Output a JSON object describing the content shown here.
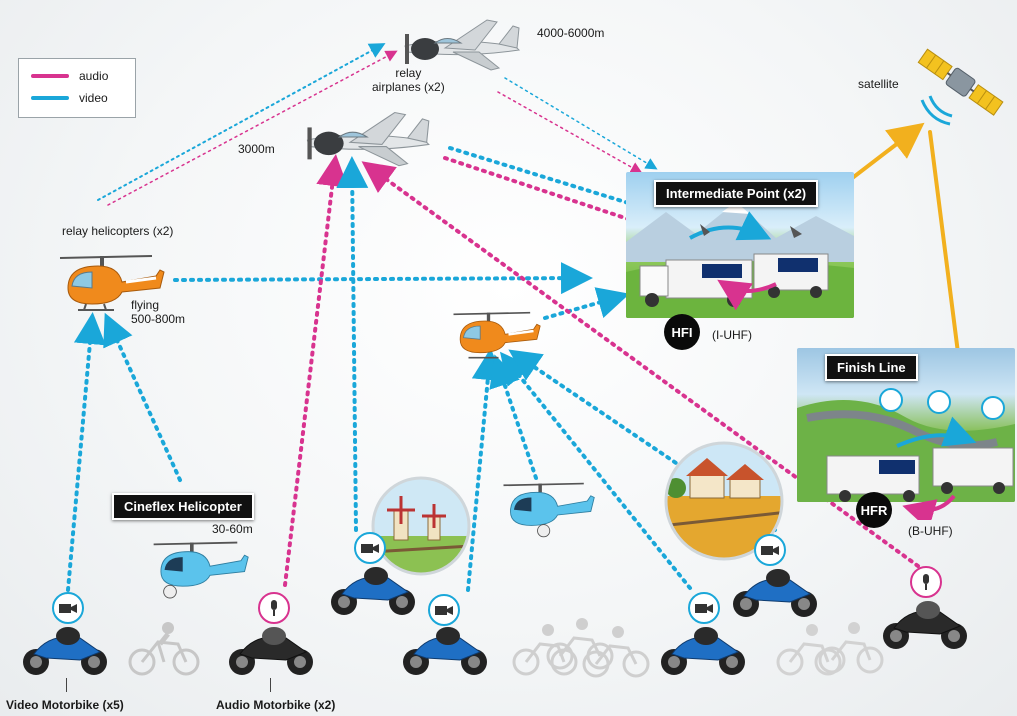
{
  "legend": {
    "audio_label": "audio",
    "video_label": "video",
    "audio_color": "#d8338f",
    "video_color": "#1aa7d9"
  },
  "labels": {
    "altitude_high": "4000-6000m",
    "relay_airplanes": "relay\nairplanes (x2)",
    "satellite": "satellite",
    "altitude_3000": "3000m",
    "relay_helicopters": "relay helicopters (x2)",
    "flying": "flying\n500-800m",
    "intermediate_point": "Intermediate Point (x2)",
    "hfi": "HFI",
    "i_uhf": "(I-UHF)",
    "finish_line": "Finish Line",
    "hfr": "HFR",
    "b_uhf": "(B-UHF)",
    "cineflex_helicopter": "Cineflex Helicopter",
    "cineflex_altitude": "30-60m",
    "video_motorbike": "Video Motorbike (x5)",
    "audio_motorbike": "Audio Motorbike (x2)"
  },
  "colors": {
    "relay_helicopter": "#f08a1c",
    "relay_helicopter_small": "#f08a1c",
    "cineflex_helicopter": "#5bc3ec",
    "motorbike_blue": "#1f6fc4",
    "motorbike_black": "#2a2a2a",
    "satellite_link": "#f2b01e",
    "handover_arrow": "#d8338f",
    "relay_arrow_blue": "#1aa7d9"
  },
  "icons": [
    "airplane-icon",
    "satellite-icon",
    "helicopter-icon",
    "motorbike-icon",
    "cyclist-icon",
    "video-camera-icon",
    "microphone-icon",
    "truck-icon"
  ]
}
